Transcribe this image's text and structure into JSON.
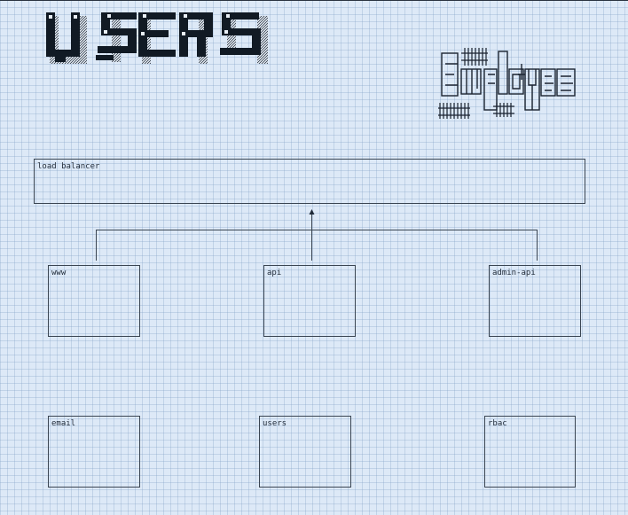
{
  "logos": {
    "users": {
      "text": "USERS",
      "style": "ascii-block-banner"
    },
    "employees": {
      "text": "Employees",
      "style": "ascii-line-banner"
    }
  },
  "nodes": {
    "load_balancer": "load balancer",
    "www": "www",
    "api": "api",
    "admin_api": "admin-api",
    "email": "email",
    "users": "users",
    "rbac": "rbac"
  },
  "edges": [
    {
      "from": "www",
      "to": "load_balancer"
    },
    {
      "from": "api",
      "to": "load_balancer"
    },
    {
      "from": "admin_api",
      "to": "load_balancer"
    }
  ],
  "colors": {
    "background": "#dde9f7",
    "stroke": "#3a4552",
    "ink": "#1f2a38"
  }
}
